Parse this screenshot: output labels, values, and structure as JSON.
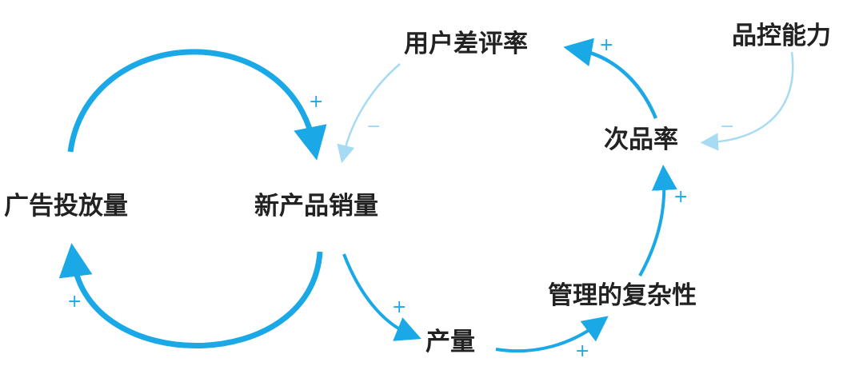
{
  "colors": {
    "strong": "#1aa9e6",
    "weak": "#a6dbf3",
    "text": "#222222"
  },
  "nodes": {
    "ad_spend": "广告投放量",
    "new_sales": "新产品销量",
    "bad_review": "用户差评率",
    "qc_ability": "品控能力",
    "defect_rate": "次品率",
    "mgmt_complexity": "管理的复杂性",
    "output": "产量"
  },
  "links": [
    {
      "from": "ad_spend",
      "to": "new_sales",
      "polarity": "+"
    },
    {
      "from": "new_sales",
      "to": "ad_spend",
      "polarity": "+"
    },
    {
      "from": "new_sales",
      "to": "output",
      "polarity": "+"
    },
    {
      "from": "output",
      "to": "mgmt_complexity",
      "polarity": "+"
    },
    {
      "from": "mgmt_complexity",
      "to": "defect_rate",
      "polarity": "+"
    },
    {
      "from": "defect_rate",
      "to": "bad_review",
      "polarity": "+"
    },
    {
      "from": "bad_review",
      "to": "new_sales",
      "polarity": "−"
    },
    {
      "from": "qc_ability",
      "to": "defect_rate",
      "polarity": "−"
    }
  ]
}
